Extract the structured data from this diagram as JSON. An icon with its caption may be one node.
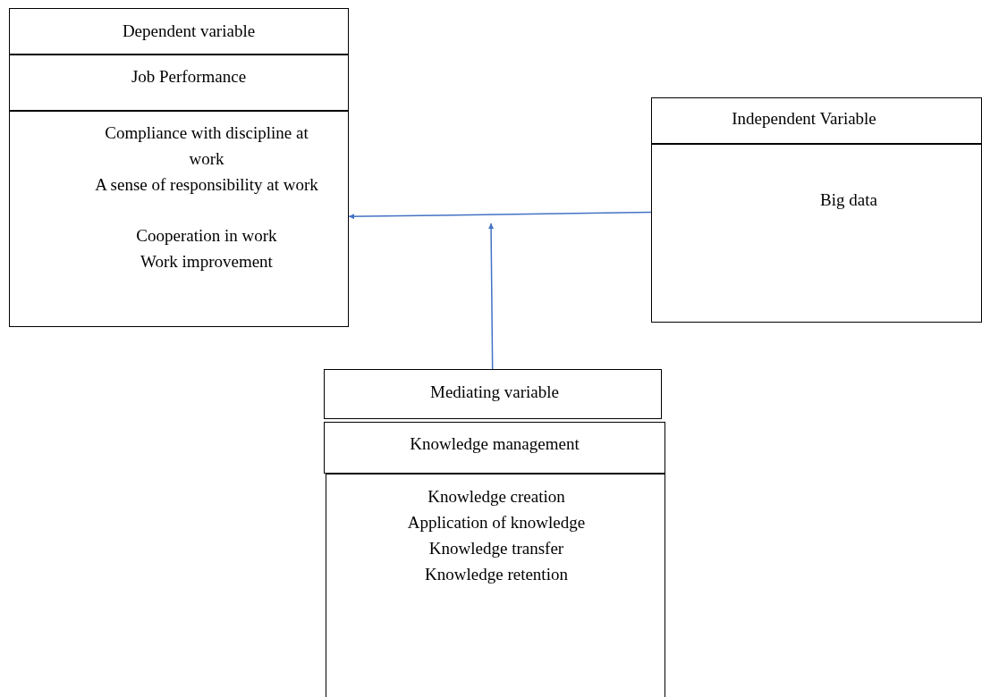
{
  "diagram": {
    "nodes": [
      {
        "text": [
          "Dependent variable"
        ]
      },
      {
        "text": [
          "Job Performance"
        ]
      },
      {
        "text": [
          "Compliance with discipline at work",
          "A sense of responsibility at work",
          "Cooperation in work",
          "Work improvement"
        ]
      },
      {
        "text": [
          "Independent Variable",
          "Big data"
        ]
      },
      {
        "text": [
          "Mediating variable"
        ]
      },
      {
        "text": [
          "Knowledge management"
        ]
      },
      {
        "text": [
          "Knowledge creation",
          "Application of knowledge",
          "Knowledge transfer",
          "Knowledge retention"
        ]
      }
    ],
    "edges": [
      {
        "from": 3,
        "to": 2,
        "arrow": "to",
        "color": "#4472c4"
      },
      {
        "from": 4,
        "to": null,
        "arrow": "to",
        "color": "#4472c4"
      }
    ]
  }
}
